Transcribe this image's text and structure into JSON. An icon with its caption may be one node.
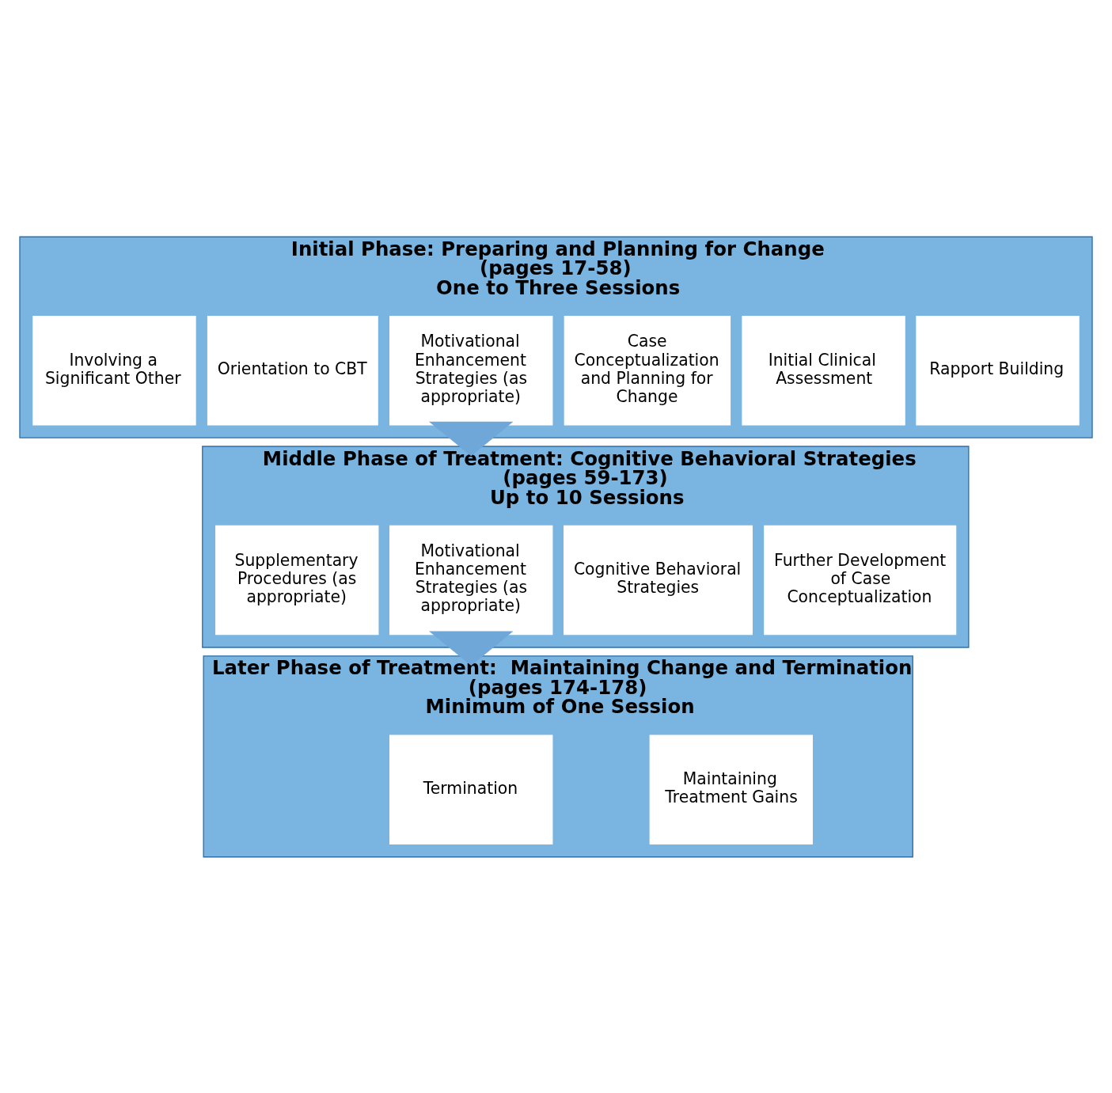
{
  "diagram": {
    "nodes": [
      {
        "text": [
          "Initial Phase: Preparing and Planning for Change",
          "(pages 17-58)",
          "One to Three Sessions"
        ]
      },
      {
        "text": [
          "Rapport Building"
        ],
        "in": 0
      },
      {
        "text": [
          "Initial Clinical Assessment"
        ],
        "in": 0
      },
      {
        "text": [
          "Case Conceptualization and Planning for Change"
        ],
        "in": 0
      },
      {
        "text": [
          "Motivational Enhancement Strategies (as appropriate)"
        ],
        "in": 0
      },
      {
        "text": [
          "Orientation to CBT"
        ],
        "in": 0
      },
      {
        "text": [
          "Involving a Significant Other"
        ],
        "in": 0
      },
      {
        "text": [
          "Middle Phase of Treatment: Cognitive Behavioral Strategies",
          "(pages 59-173)",
          "Up to 10 Sessions"
        ]
      },
      {
        "text": [
          "Further Development of Case Conceptualization"
        ],
        "in": 7
      },
      {
        "text": [
          "Cognitive Behavioral Strategies"
        ],
        "in": 7
      },
      {
        "text": [
          "Motivational Enhancement Strategies (as appropriate)"
        ],
        "in": 7
      },
      {
        "text": [
          "Supplementary Procedures (as appropriate)"
        ],
        "in": 7
      },
      {
        "text": [
          "Later Phase of Treatment:  Maintaining Change and Termination",
          "(pages 174-178)",
          "Minimum of One Session"
        ]
      },
      {
        "text": [
          "Maintaining Treatment Gains"
        ],
        "in": 12
      },
      {
        "text": [
          "Termination"
        ],
        "in": 12
      }
    ],
    "edges": [
      {
        "from": 0,
        "to": 7,
        "arrow": "to",
        "style": "thick"
      },
      {
        "from": 7,
        "to": 12,
        "arrow": "to",
        "style": "thick"
      }
    ]
  }
}
